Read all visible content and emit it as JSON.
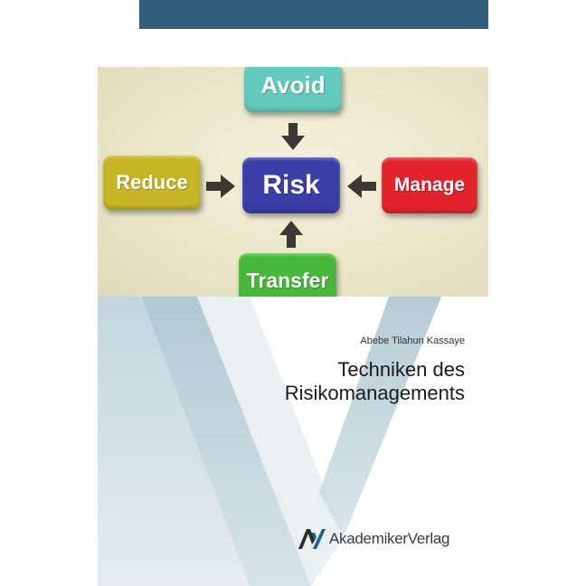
{
  "cover": {
    "author": "Abebe Tilahun Kassaye",
    "title_line1": "Techniken des",
    "title_line2": "Risikomanagements",
    "publisher_part1": "Akademiker",
    "publisher_part2": "Verlag"
  },
  "diagram": {
    "center": "Risk",
    "top": "Avoid",
    "left": "Reduce",
    "right": "Manage",
    "bottom": "Transfer"
  },
  "colors": {
    "top_bar": "#2f5f7d",
    "avoid": "#62cbbd",
    "risk": "#3a3ea6",
    "reduce": "#c8b526",
    "manage": "#e2232c",
    "transfer": "#46b83a",
    "v_shape": "#c9dce3"
  }
}
